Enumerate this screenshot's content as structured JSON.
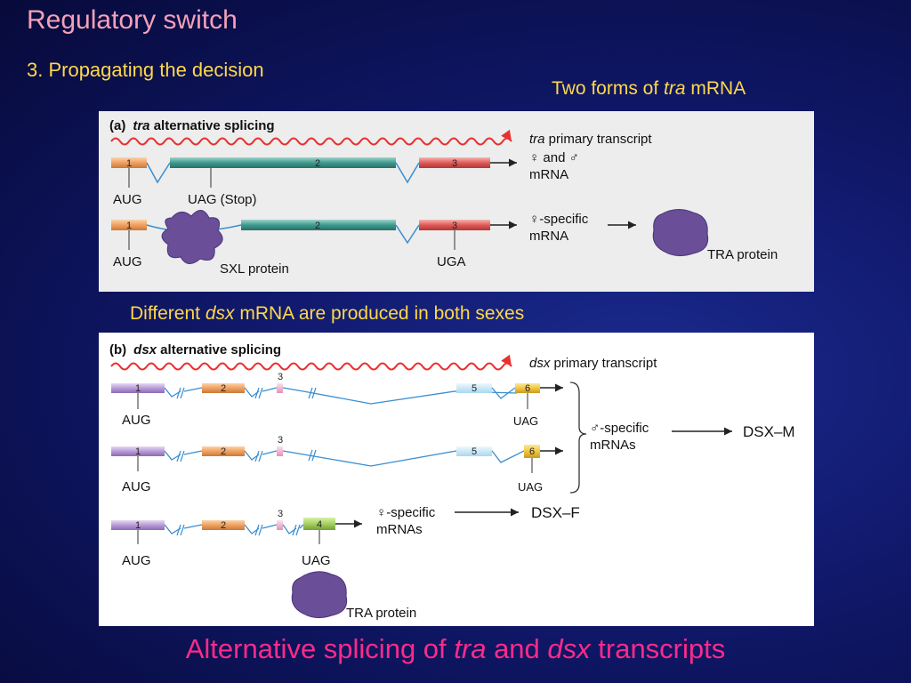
{
  "slide": {
    "title": "Regulatory switch",
    "subtitle": "3. Propagating the decision",
    "caption_a": {
      "pre": "Two forms of ",
      "em": "tra",
      "post": " mRNA"
    },
    "caption_b": {
      "pre": "Different ",
      "em": "dsx",
      "post": " mRNA are produced in both sexes"
    },
    "bottom": {
      "pre": "Alternative splicing of ",
      "em1": "tra",
      "mid": " and ",
      "em2": "dsx",
      "post": " transcripts"
    }
  },
  "panel_a": {
    "label": "(a)",
    "heading_em": "tra",
    "heading_rest": " alternative splicing",
    "primary_em": "tra",
    "primary_rest": " primary transcript",
    "exons": [
      "1",
      "2",
      "3"
    ],
    "row1": {
      "label_line1": "♀ and ♂",
      "label_line2": "mRNA",
      "aug": "AUG",
      "stop": "UAG (Stop)"
    },
    "row2": {
      "label_line1": "♀-specific",
      "label_line2": "mRNA",
      "aug": "AUG",
      "uga": "UGA",
      "sxl": "SXL protein",
      "tra": "TRA protein"
    }
  },
  "panel_b": {
    "label": "(b)",
    "heading_em": "dsx",
    "heading_rest": " alternative splicing",
    "primary_em": "dsx",
    "primary_rest": " primary transcript",
    "exons": [
      "1",
      "2",
      "3",
      "4",
      "5",
      "6"
    ],
    "aug": "AUG",
    "uag": "UAG",
    "male_line1": "♂-specific",
    "male_line2": "mRNAs",
    "male_product": "DSX–M",
    "female_line1": "♀-specific",
    "female_line2": "mRNAs",
    "female_product": "DSX–F",
    "tra": "TRA protein"
  },
  "colors": {
    "title": "#f4a0b8",
    "caption": "#ffd84a",
    "bottom": "#ff2a8a",
    "exon_orange": "#f0a060",
    "exon_teal": "#3e9a8e",
    "exon_red": "#e05a58",
    "exon_purple": "#b89ad8",
    "exon_pink": "#f2a8c8",
    "exon_green": "#a6d060",
    "exon_lightblue": "#bfe4f6",
    "exon_yellow": "#f2c640",
    "protein": "#6a4e98",
    "intron": "#3a8ed0",
    "transcript": "#e83030"
  }
}
